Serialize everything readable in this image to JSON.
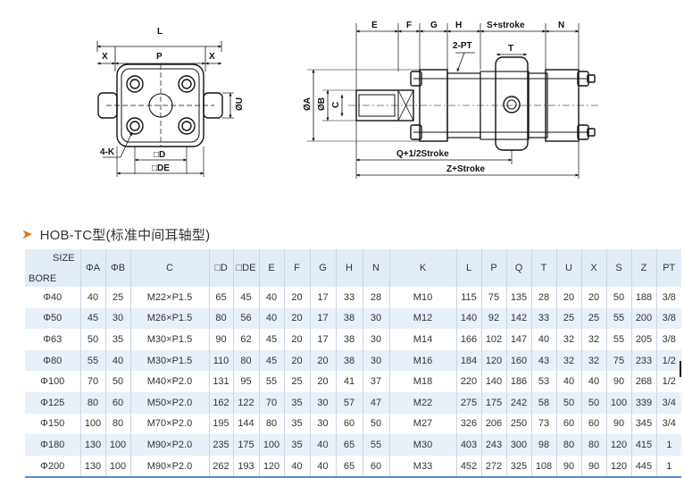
{
  "heading": {
    "arrow_icon": "orange-triangle-arrow-icon",
    "title": "HOB-TC型(标准中间耳轴型)"
  },
  "drawing": {
    "left_view_labels": {
      "L": "L",
      "X_left": "X",
      "P": "P",
      "X_right": "X",
      "phi_U": "ØU",
      "four_K": "4-K",
      "sq_D": "□D",
      "sq_DE": "□DE"
    },
    "right_view_labels": {
      "E": "E",
      "F": "F",
      "G": "G",
      "H": "H",
      "S_stroke": "S+stroke",
      "N": "N",
      "two_PT": "2-PT",
      "T": "T",
      "phi_A": "ØA",
      "phi_B": "ØB",
      "C": "C",
      "Q_half": "Q+1/2Stroke",
      "Z_stroke": "Z+Stroke"
    }
  },
  "table": {
    "corner_size": "SIZE",
    "corner_bore": "BORE",
    "headers": [
      "ΦA",
      "ΦB",
      "C",
      "□D",
      "□DE",
      "E",
      "F",
      "G",
      "H",
      "N",
      "K",
      "L",
      "P",
      "Q",
      "T",
      "U",
      "X",
      "S",
      "Z",
      "PT"
    ],
    "rows": [
      [
        "Φ40",
        "40",
        "25",
        "M22×P1.5",
        "65",
        "45",
        "40",
        "20",
        "17",
        "33",
        "28",
        "M10",
        "115",
        "75",
        "135",
        "28",
        "20",
        "20",
        "50",
        "188",
        "3/8"
      ],
      [
        "Φ50",
        "45",
        "30",
        "M26×P1.5",
        "80",
        "56",
        "40",
        "20",
        "17",
        "38",
        "30",
        "M12",
        "140",
        "92",
        "142",
        "33",
        "25",
        "25",
        "55",
        "200",
        "3/8"
      ],
      [
        "Φ63",
        "50",
        "35",
        "M30×P1.5",
        "90",
        "62",
        "45",
        "20",
        "17",
        "38",
        "30",
        "M14",
        "166",
        "102",
        "147",
        "40",
        "32",
        "32",
        "55",
        "205",
        "3/8"
      ],
      [
        "Φ80",
        "55",
        "40",
        "M30×P1.5",
        "110",
        "80",
        "45",
        "20",
        "20",
        "38",
        "30",
        "M16",
        "184",
        "120",
        "160",
        "43",
        "32",
        "32",
        "75",
        "233",
        "1/2"
      ],
      [
        "Φ100",
        "70",
        "50",
        "M40×P2.0",
        "131",
        "95",
        "55",
        "25",
        "20",
        "41",
        "37",
        "M18",
        "220",
        "140",
        "186",
        "53",
        "40",
        "40",
        "90",
        "268",
        "1/2"
      ],
      [
        "Φ125",
        "80",
        "60",
        "M50×P2.0",
        "162",
        "122",
        "70",
        "35",
        "30",
        "57",
        "47",
        "M22",
        "275",
        "175",
        "242",
        "58",
        "50",
        "50",
        "100",
        "339",
        "3/4"
      ],
      [
        "Φ150",
        "100",
        "80",
        "M70×P2.0",
        "195",
        "144",
        "80",
        "35",
        "30",
        "60",
        "50",
        "M27",
        "326",
        "206",
        "250",
        "73",
        "60",
        "60",
        "90",
        "345",
        "3/4"
      ],
      [
        "Φ180",
        "130",
        "100",
        "M90×P2.0",
        "235",
        "175",
        "100",
        "35",
        "40",
        "65",
        "55",
        "M30",
        "403",
        "243",
        "300",
        "98",
        "80",
        "80",
        "120",
        "415",
        "1"
      ],
      [
        "Φ200",
        "130",
        "100",
        "M90×P2.0",
        "262",
        "193",
        "120",
        "40",
        "40",
        "65",
        "60",
        "M33",
        "452",
        "272",
        "325",
        "108",
        "90",
        "90",
        "120",
        "445",
        "1"
      ]
    ]
  }
}
